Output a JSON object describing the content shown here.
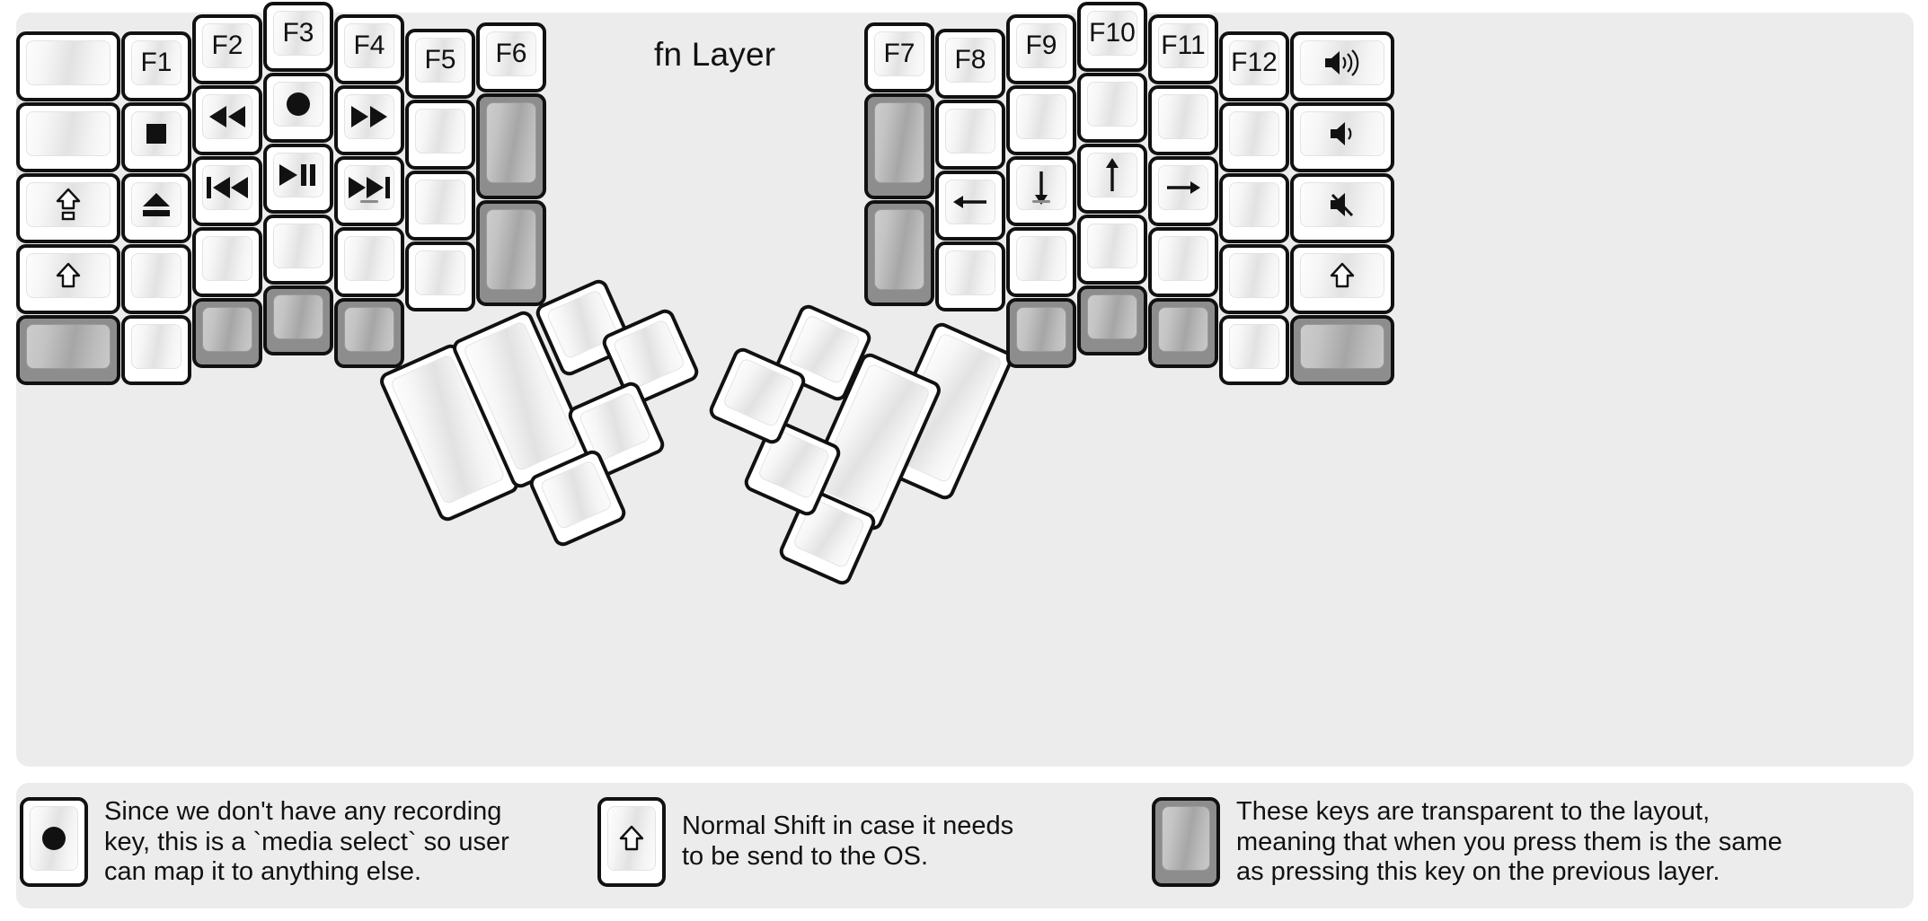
{
  "title": "fn Layer",
  "colors": {
    "page_background": "#ffffff",
    "panel_background": "#ececec",
    "key_border": "#111111",
    "key_face_light": "#fdfdfd",
    "key_face_shade": "#e2e2e2",
    "transparent_key": "#8d8d8d",
    "transparent_key_face": "#c4c4c4",
    "text": "#111111"
  },
  "legend": [
    {
      "key_icon": "record-circle-icon",
      "text": "Since we don't have any recording\nkey, this is a `media select` so user\ncan map it to anything else."
    },
    {
      "key_icon": "shift-arrow-icon",
      "text": "Normal Shift in case it needs\nto be send to the OS."
    },
    {
      "key_icon": "transparent-key-icon",
      "text": "These keys are transparent to the layout,\nmeaning that when you press them is the same\nas pressing this key on the previous layer."
    }
  ],
  "left_half": {
    "columns": [
      {
        "name": "col-pinky-outer",
        "keys": [
          {
            "label": "",
            "icon": "",
            "state": "normal"
          },
          {
            "label": "",
            "icon": "",
            "state": "normal"
          },
          {
            "label": "",
            "icon": "caps-lock-icon",
            "state": "normal"
          },
          {
            "label": "",
            "icon": "shift-arrow-icon",
            "state": "normal"
          },
          {
            "label": "",
            "icon": "",
            "state": "transparent"
          }
        ]
      },
      {
        "name": "col-pinky",
        "keys": [
          {
            "label": "F1",
            "icon": "",
            "state": "normal"
          },
          {
            "label": "",
            "icon": "media-stop-icon",
            "state": "normal"
          },
          {
            "label": "",
            "icon": "eject-icon",
            "state": "normal"
          },
          {
            "label": "",
            "icon": "",
            "state": "normal"
          },
          {
            "label": "",
            "icon": "",
            "state": "normal"
          }
        ]
      },
      {
        "name": "col-ring",
        "keys": [
          {
            "label": "F2",
            "icon": "",
            "state": "normal"
          },
          {
            "label": "",
            "icon": "rewind-icon",
            "state": "normal"
          },
          {
            "label": "",
            "icon": "previous-track-icon",
            "state": "normal"
          },
          {
            "label": "",
            "icon": "",
            "state": "normal"
          },
          {
            "label": "",
            "icon": "",
            "state": "transparent"
          }
        ]
      },
      {
        "name": "col-middle",
        "keys": [
          {
            "label": "F3",
            "icon": "",
            "state": "normal"
          },
          {
            "label": "",
            "icon": "record-circle-icon",
            "state": "normal"
          },
          {
            "label": "",
            "icon": "play-pause-icon",
            "state": "normal"
          },
          {
            "label": "",
            "icon": "",
            "state": "normal"
          },
          {
            "label": "",
            "icon": "",
            "state": "transparent"
          }
        ]
      },
      {
        "name": "col-index",
        "keys": [
          {
            "label": "F4",
            "icon": "",
            "state": "normal"
          },
          {
            "label": "",
            "icon": "fast-forward-icon",
            "state": "normal"
          },
          {
            "label": "",
            "icon": "next-track-icon",
            "state": "normal",
            "homing": true
          },
          {
            "label": "",
            "icon": "",
            "state": "normal"
          },
          {
            "label": "",
            "icon": "",
            "state": "transparent"
          }
        ]
      },
      {
        "name": "col-index-inner",
        "keys": [
          {
            "label": "F5",
            "icon": "",
            "state": "normal"
          },
          {
            "label": "",
            "icon": "",
            "state": "normal"
          },
          {
            "label": "",
            "icon": "",
            "state": "normal"
          },
          {
            "label": "",
            "icon": "",
            "state": "normal"
          }
        ]
      },
      {
        "name": "col-inner",
        "keys": [
          {
            "label": "F6",
            "icon": "",
            "state": "normal"
          },
          {
            "label": "",
            "icon": "",
            "state": "transparent",
            "tall": true
          },
          {
            "label": "",
            "icon": "",
            "state": "transparent",
            "tall": true
          }
        ]
      }
    ],
    "thumb_cluster": [
      {
        "name": "thumb-big-outer",
        "label": "",
        "state": "normal"
      },
      {
        "name": "thumb-big-inner",
        "label": "",
        "state": "normal"
      },
      {
        "name": "thumb-top-left",
        "label": "",
        "state": "normal"
      },
      {
        "name": "thumb-top-right",
        "label": "",
        "state": "normal"
      },
      {
        "name": "thumb-mid-right",
        "label": "",
        "state": "normal"
      },
      {
        "name": "thumb-bottom-right",
        "label": "",
        "state": "normal"
      }
    ]
  },
  "right_half": {
    "columns": [
      {
        "name": "col-inner",
        "keys": [
          {
            "label": "F7",
            "icon": "",
            "state": "normal"
          },
          {
            "label": "",
            "icon": "",
            "state": "transparent",
            "tall": true
          },
          {
            "label": "",
            "icon": "",
            "state": "transparent",
            "tall": true
          }
        ]
      },
      {
        "name": "col-index-inner",
        "keys": [
          {
            "label": "F8",
            "icon": "",
            "state": "normal"
          },
          {
            "label": "",
            "icon": "",
            "state": "normal"
          },
          {
            "label": "",
            "icon": "arrow-left-icon",
            "state": "normal"
          },
          {
            "label": "",
            "icon": "",
            "state": "normal"
          }
        ]
      },
      {
        "name": "col-index",
        "keys": [
          {
            "label": "F9",
            "icon": "",
            "state": "normal"
          },
          {
            "label": "",
            "icon": "",
            "state": "normal"
          },
          {
            "label": "",
            "icon": "arrow-down-icon",
            "state": "normal",
            "homing": true
          },
          {
            "label": "",
            "icon": "",
            "state": "normal"
          },
          {
            "label": "",
            "icon": "",
            "state": "transparent"
          }
        ]
      },
      {
        "name": "col-middle",
        "keys": [
          {
            "label": "F10",
            "icon": "",
            "state": "normal"
          },
          {
            "label": "",
            "icon": "",
            "state": "normal"
          },
          {
            "label": "",
            "icon": "arrow-up-icon",
            "state": "normal"
          },
          {
            "label": "",
            "icon": "",
            "state": "normal"
          },
          {
            "label": "",
            "icon": "",
            "state": "transparent"
          }
        ]
      },
      {
        "name": "col-ring",
        "keys": [
          {
            "label": "F11",
            "icon": "",
            "state": "normal"
          },
          {
            "label": "",
            "icon": "",
            "state": "normal"
          },
          {
            "label": "",
            "icon": "arrow-right-icon",
            "state": "normal"
          },
          {
            "label": "",
            "icon": "",
            "state": "normal"
          },
          {
            "label": "",
            "icon": "",
            "state": "transparent"
          }
        ]
      },
      {
        "name": "col-pinky",
        "keys": [
          {
            "label": "F12",
            "icon": "",
            "state": "normal"
          },
          {
            "label": "",
            "icon": "",
            "state": "normal"
          },
          {
            "label": "",
            "icon": "",
            "state": "normal"
          },
          {
            "label": "",
            "icon": "",
            "state": "normal"
          },
          {
            "label": "",
            "icon": "",
            "state": "normal"
          }
        ]
      },
      {
        "name": "col-pinky-outer",
        "keys": [
          {
            "label": "",
            "icon": "volume-up-icon",
            "state": "normal"
          },
          {
            "label": "",
            "icon": "volume-down-icon",
            "state": "normal"
          },
          {
            "label": "",
            "icon": "volume-mute-icon",
            "state": "normal"
          },
          {
            "label": "",
            "icon": "shift-arrow-icon",
            "state": "normal"
          },
          {
            "label": "",
            "icon": "",
            "state": "transparent"
          }
        ]
      }
    ],
    "thumb_cluster": [
      {
        "name": "thumb-top-left",
        "label": "",
        "state": "normal"
      },
      {
        "name": "thumb-top-right",
        "label": "",
        "state": "normal"
      },
      {
        "name": "thumb-mid-left",
        "label": "",
        "state": "normal"
      },
      {
        "name": "thumb-bottom-left",
        "label": "",
        "state": "normal"
      },
      {
        "name": "thumb-big-inner",
        "label": "",
        "state": "normal"
      },
      {
        "name": "thumb-big-outer",
        "label": "",
        "state": "normal"
      }
    ]
  }
}
